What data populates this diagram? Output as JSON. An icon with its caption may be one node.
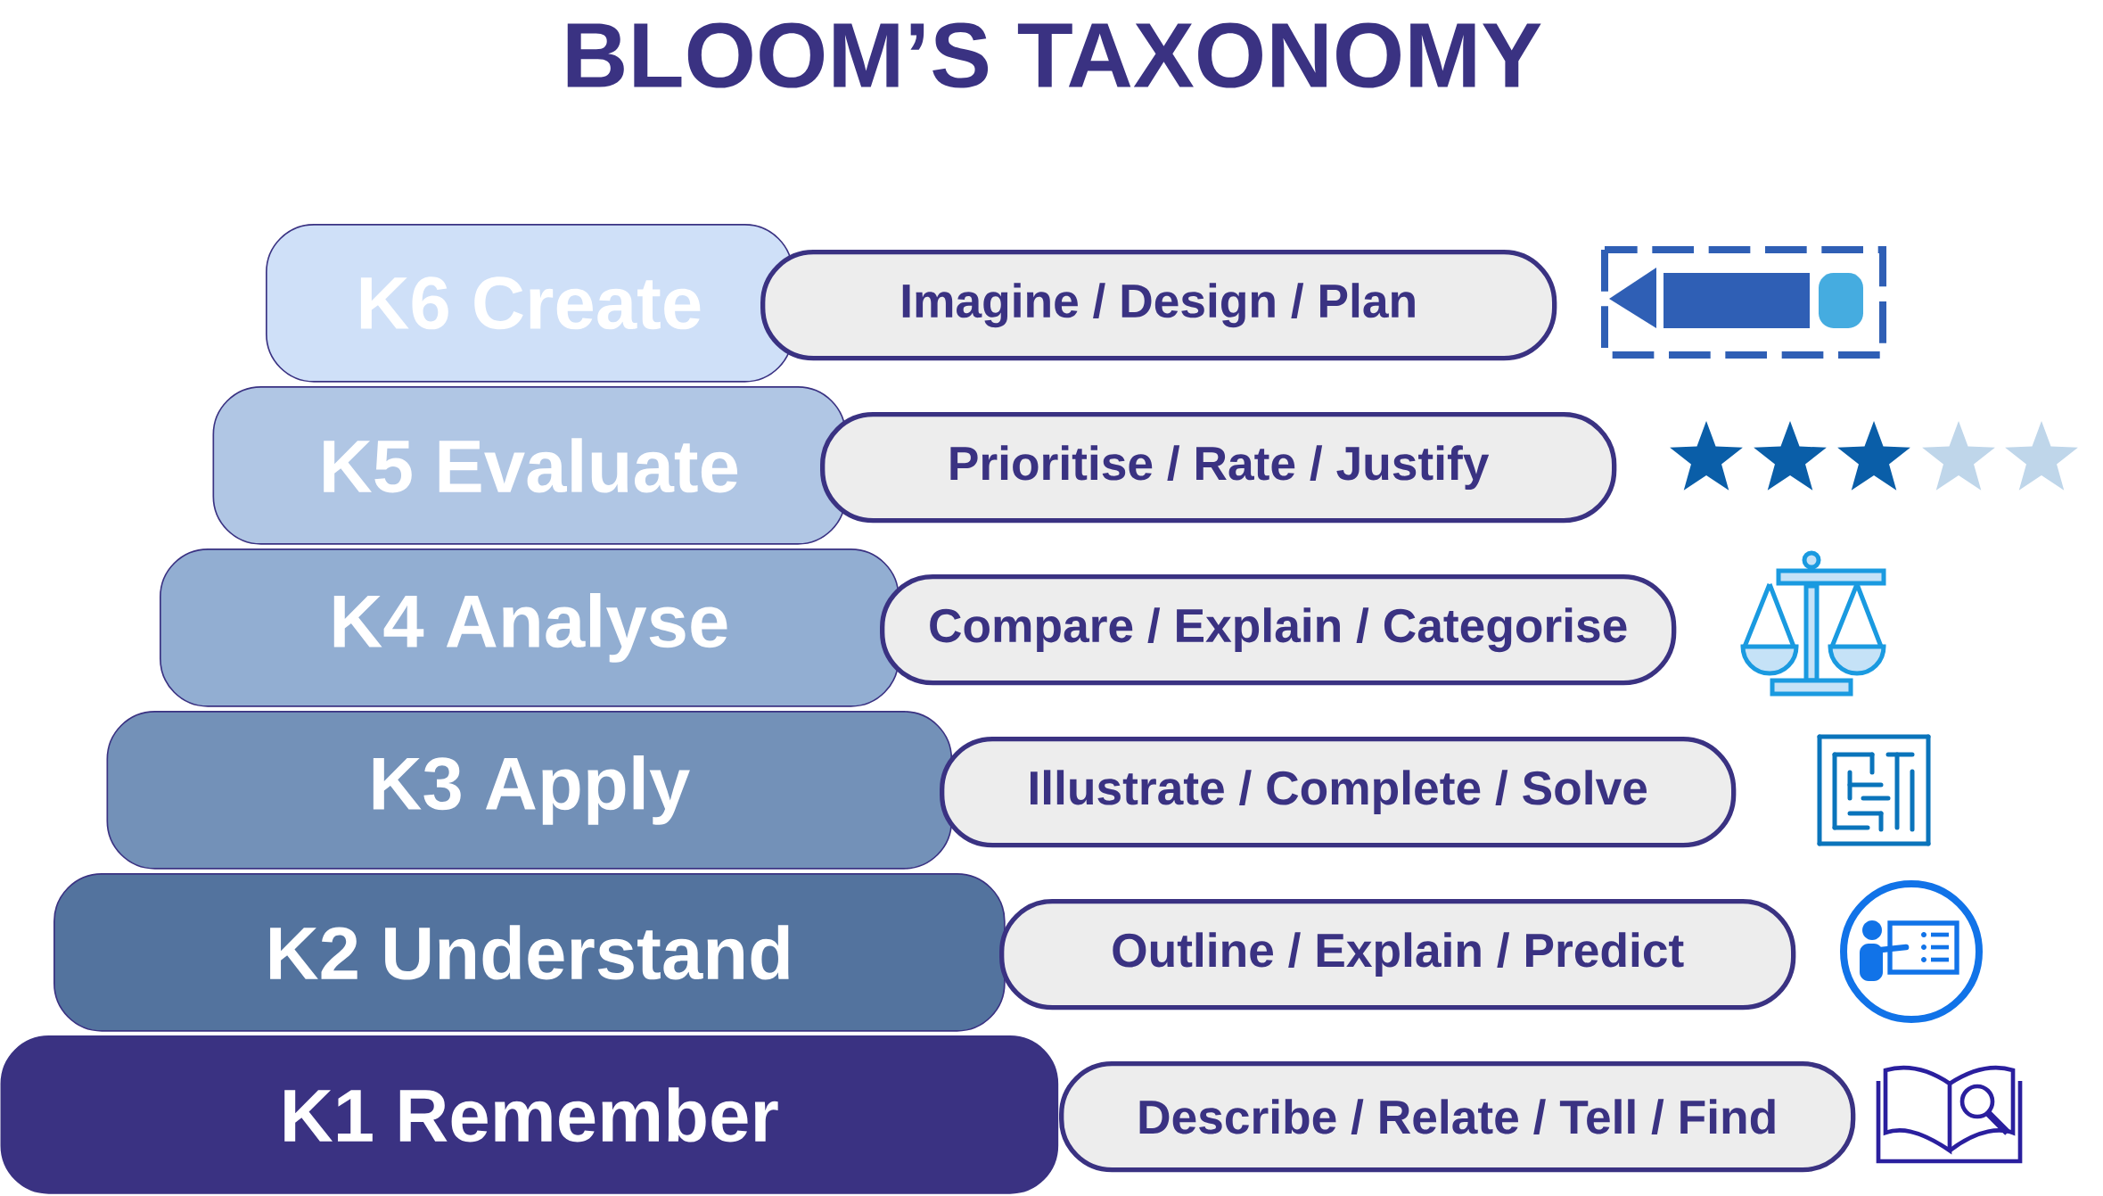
{
  "diagram": {
    "title": "BLOOM’S TAXONOMY",
    "nodes": [
      {
        "text": [
          "K6 Create"
        ]
      },
      {
        "text": [
          "Imagine / Design / Plan"
        ]
      },
      {
        "text": [
          "K5 Evaluate"
        ]
      },
      {
        "text": [
          "Prioritise / Rate / Justify"
        ]
      },
      {
        "text": [
          "K4 Analyse"
        ]
      },
      {
        "text": [
          "Compare / Explain / Categorise"
        ]
      },
      {
        "text": [
          "K3 Apply"
        ]
      },
      {
        "text": [
          "Illustrate / Complete / Solve"
        ]
      },
      {
        "text": [
          "K2 Understand"
        ]
      },
      {
        "text": [
          "Outline / Explain / Predict"
        ]
      },
      {
        "text": [
          "K1 Remember"
        ]
      },
      {
        "text": [
          "Describe / Relate / Tell / Find"
        ]
      }
    ]
  }
}
